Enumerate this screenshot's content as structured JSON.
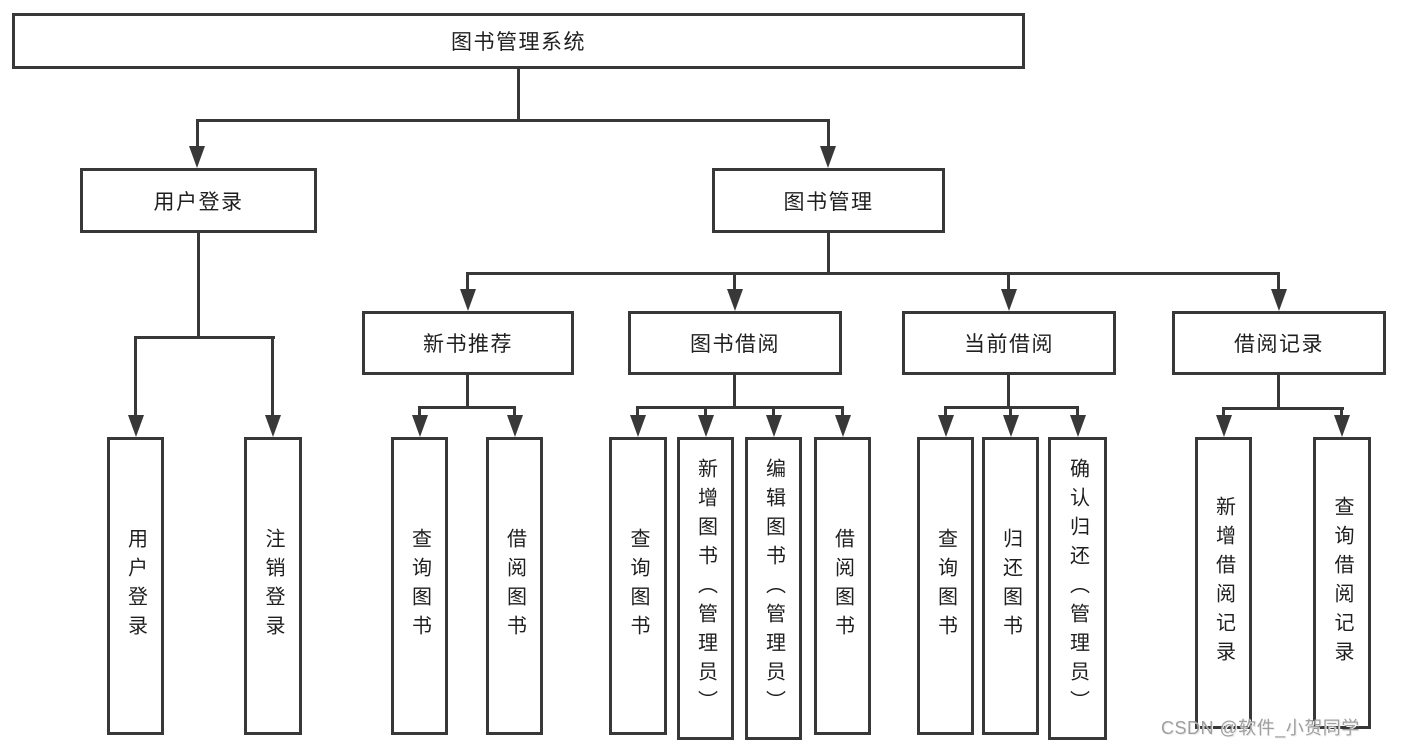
{
  "colors": {
    "line": "#383838",
    "text": "#1f1f1f",
    "wm": "#9f9f9f",
    "bg": "#ffffff"
  },
  "watermark": "CSDN @软件_小贺同学",
  "tree": {
    "root": "图书管理系统",
    "branches": [
      {
        "label": "用户登录",
        "children": [
          "用户登录",
          "注销登录"
        ]
      },
      {
        "label": "图书管理",
        "children": [
          {
            "label": "新书推荐",
            "children": [
              "查询图书",
              "借阅图书"
            ]
          },
          {
            "label": "图书借阅",
            "children": [
              "查询图书",
              "新增图书（管理员）",
              "编辑图书（管理员）",
              "借阅图书"
            ]
          },
          {
            "label": "当前借阅",
            "children": [
              "查询图书",
              "归还图书",
              "确认归还（管理员）"
            ]
          },
          {
            "label": "借阅记录",
            "children": [
              "新增借阅记录",
              "查询借阅记录"
            ]
          }
        ]
      }
    ]
  }
}
